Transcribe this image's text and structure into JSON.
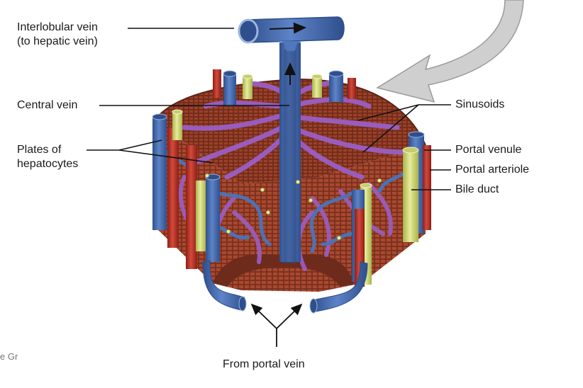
{
  "labels": {
    "interlobular_vein_line1": "Interlobular vein",
    "interlobular_vein_line2": "(to hepatic vein)",
    "central_vein": "Central vein",
    "plates_line1": "Plates of",
    "plates_line2": "hepatocytes",
    "sinusoids": "Sinusoids",
    "portal_venule": "Portal venule",
    "portal_arteriole": "Portal arteriole",
    "bile_duct": "Bile duct",
    "from_portal_vein": "From portal vein",
    "credit_fragment": "e Gr"
  },
  "colors": {
    "vein_blue": "#4a72b8",
    "artery_red": "#c8382c",
    "bile_yellow": "#d9e07a",
    "sinusoid_purple": "#9a5fc6",
    "tissue_brown": "#8e3c28",
    "gray_arrow": "#d0d0d0"
  }
}
